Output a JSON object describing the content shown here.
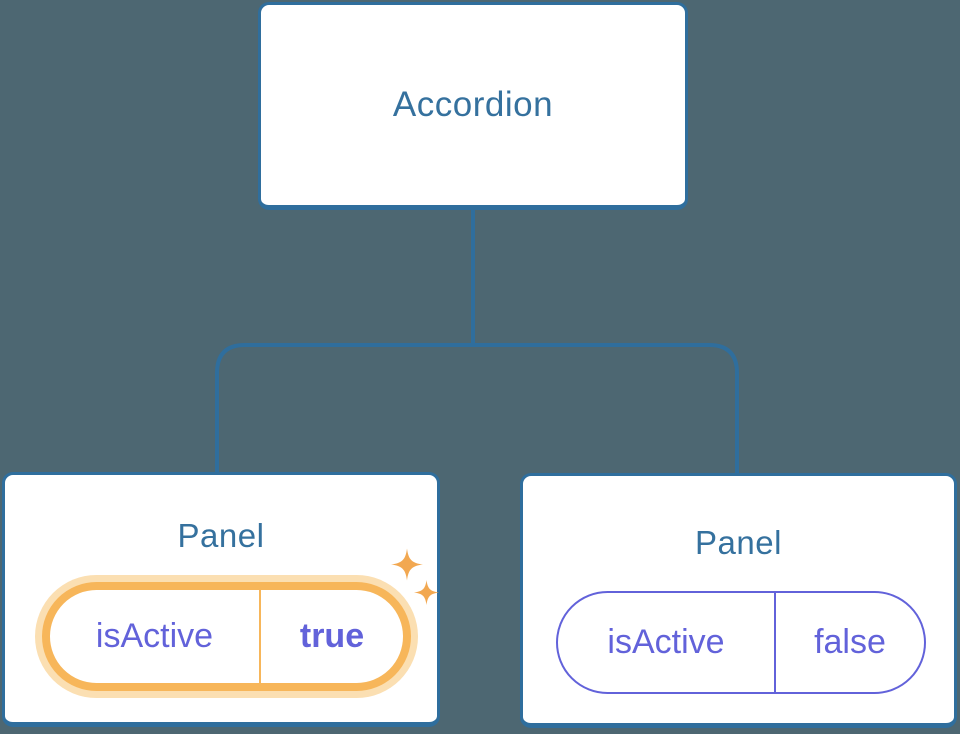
{
  "diagram": {
    "description": "Component tree diagram: Accordion parent with two Panel children holding isActive state",
    "colors": {
      "background": "#4D6772",
      "box_border": "#2F6E9D",
      "box_fill": "#FFFFFF",
      "title_text": "#35719E",
      "state_purple": "#6262DA",
      "highlight_orange": "#F7B65A",
      "highlight_glow": "#FBDFB2",
      "sparkle_orange": "#F2A851"
    },
    "root": {
      "label": "Accordion"
    },
    "children": [
      {
        "label": "Panel",
        "state": {
          "key": "isActive",
          "value": "true"
        },
        "highlighted": true,
        "icon": "sparkles-icon"
      },
      {
        "label": "Panel",
        "state": {
          "key": "isActive",
          "value": "false"
        },
        "highlighted": false
      }
    ]
  }
}
